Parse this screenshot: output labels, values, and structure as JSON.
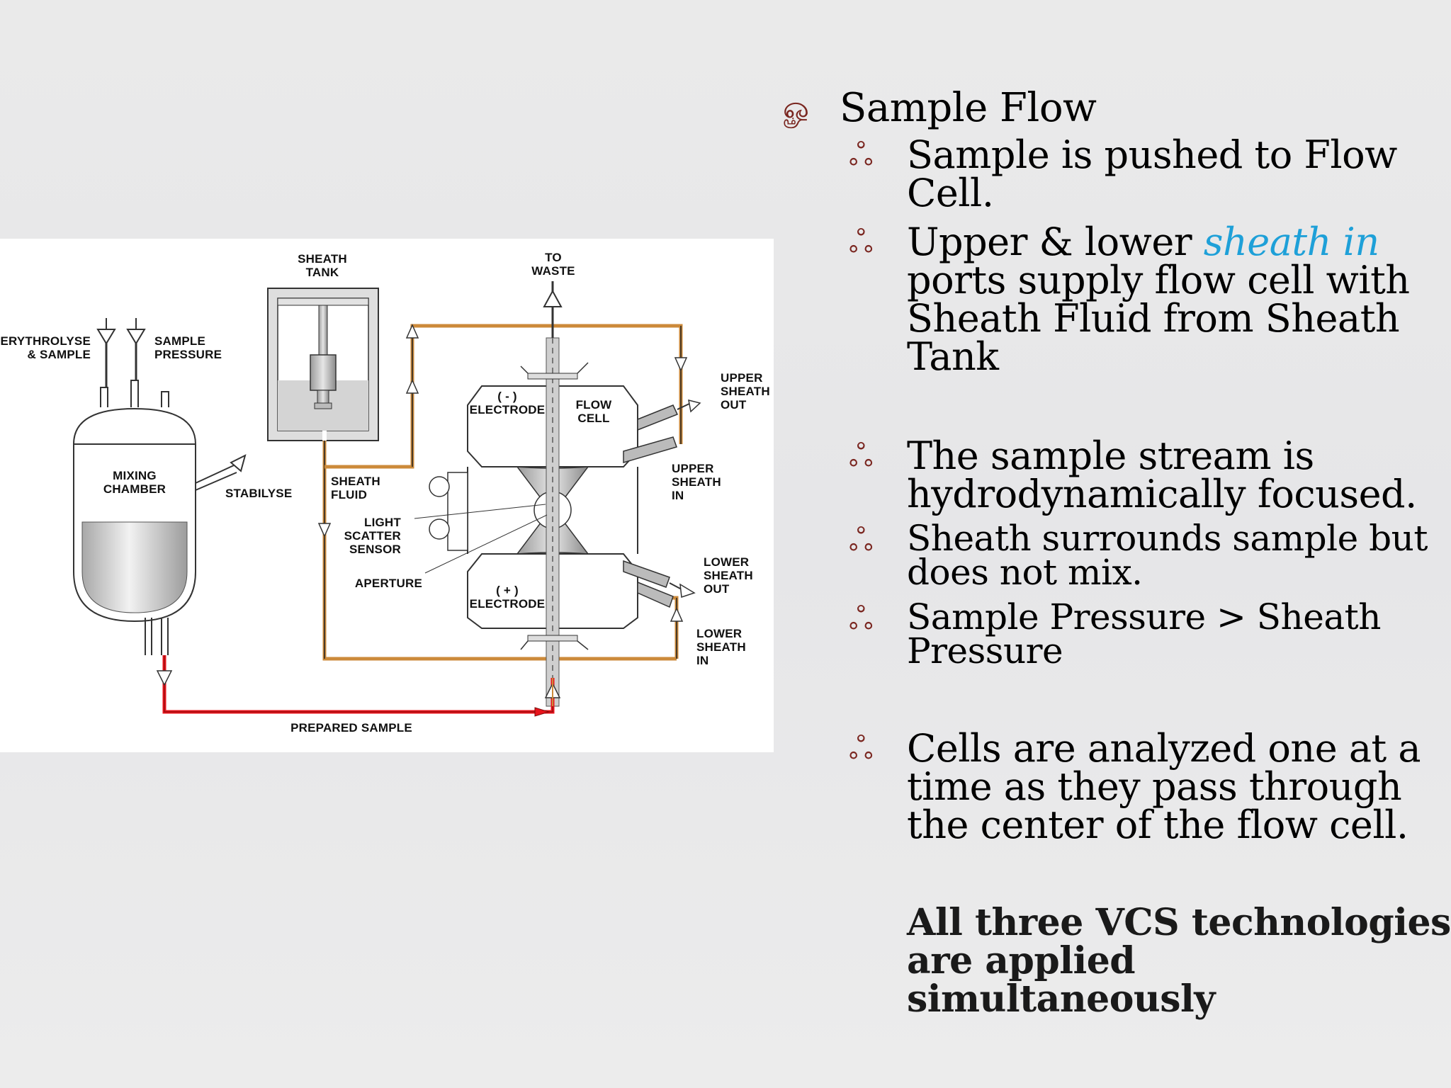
{
  "diagram": {
    "labels": {
      "sheath_tank": [
        "SHEATH",
        "TANK"
      ],
      "to_waste": [
        "TO",
        "WASTE"
      ],
      "erythrolyse": [
        "ERYTHROLYSE",
        "& SAMPLE"
      ],
      "sample_pressure": [
        "SAMPLE",
        "PRESSURE"
      ],
      "upper_sheath_out": [
        "UPPER",
        "SHEATH",
        "OUT"
      ],
      "electrode_neg": [
        "( - )",
        "ELECTRODE"
      ],
      "flow_cell": [
        "FLOW",
        "CELL"
      ],
      "mixing_chamber": [
        "MIXING",
        "CHAMBER"
      ],
      "stabilyse": "STABILYSE",
      "sheath_fluid": [
        "SHEATH",
        "FLUID"
      ],
      "upper_sheath_in": [
        "UPPER",
        "SHEATH",
        "IN"
      ],
      "light_scatter": [
        "LIGHT",
        "SCATTER",
        "SENSOR"
      ],
      "aperture": "APERTURE",
      "lower_sheath_out": [
        "LOWER",
        "SHEATH",
        "OUT"
      ],
      "electrode_pos": [
        "( + )",
        "ELECTRODE"
      ],
      "lower_sheath_in": [
        "LOWER",
        "SHEATH",
        "IN"
      ],
      "prepared_sample": "PREPARED SAMPLE"
    },
    "colors": {
      "sheath_line": "#cc8a3a",
      "sample_line": "#e8141c",
      "metal": "#c8c8c8"
    }
  },
  "bullets": {
    "heading": "Sample Flow",
    "b1": [
      "Sample is pushed to Flow",
      "Cell."
    ],
    "b2_line1_pre": "Upper & lower ",
    "b2_line1_hl": "sheath in",
    "b2_rest": [
      "ports supply flow cell with",
      "Sheath Fluid from Sheath",
      "Tank"
    ],
    "b3": [
      "The sample stream is",
      "hydrodynamically focused."
    ],
    "b4": [
      "Sheath surrounds sample but",
      "does not mix."
    ],
    "b5": [
      "Sample Pressure > Sheath",
      "Pressure"
    ],
    "b6": [
      "Cells are analyzed one at a",
      "time as they pass through",
      "the center of the flow cell."
    ],
    "closing": [
      "All three VCS technologies",
      "are applied simultaneously"
    ],
    "bullet_glyph_main": "ௐ",
    "bullet_glyph_sub": "ஃ"
  }
}
